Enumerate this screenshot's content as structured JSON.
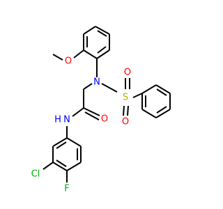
{
  "colors": {
    "bond": "#000000",
    "oxygen": "#ff0000",
    "nitrogen": "#0000ff",
    "sulfur": "#b2b200",
    "chlorine": "#00b000",
    "fluorine": "#00b000",
    "background": "#ffffff"
  },
  "atoms": {
    "methoxy_o": "O",
    "sulfonamide_n": "N",
    "sulfonyl_s": "S",
    "sulfonyl_o1": "O",
    "sulfonyl_o2": "O",
    "carbonyl_o": "O",
    "amide_n": "N",
    "amide_h": "H",
    "chloro": "Cl",
    "fluoro": "F"
  }
}
